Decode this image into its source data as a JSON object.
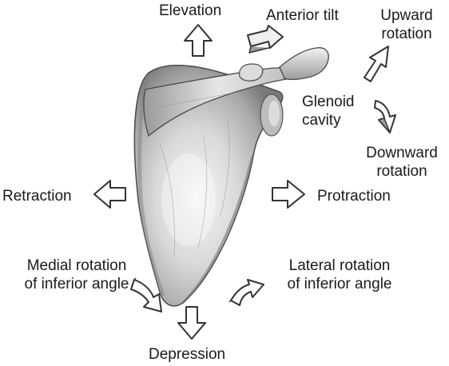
{
  "diagram": {
    "bone": "scapula",
    "labels": {
      "elevation": "Elevation",
      "anterior_tilt": "Anterior tilt",
      "upward_rotation": [
        "Upward",
        "rotation"
      ],
      "glenoid_cavity": [
        "Glenoid",
        "cavity"
      ],
      "downward_rotation": [
        "Downward",
        "rotation"
      ],
      "retraction": "Retraction",
      "protraction": "Protraction",
      "medial_rotation": [
        "Medial rotation",
        "of inferior angle"
      ],
      "lateral_rotation": [
        "Lateral rotation",
        "of inferior angle"
      ],
      "depression": "Depression"
    },
    "colors": {
      "text": "#1a1a1a",
      "arrow_outline": "#333333",
      "arrow_fill": "#ffffff",
      "bone_light": "#f4f4f4",
      "bone_mid": "#c8c8c8",
      "bone_dark": "#6e6e6e"
    }
  }
}
